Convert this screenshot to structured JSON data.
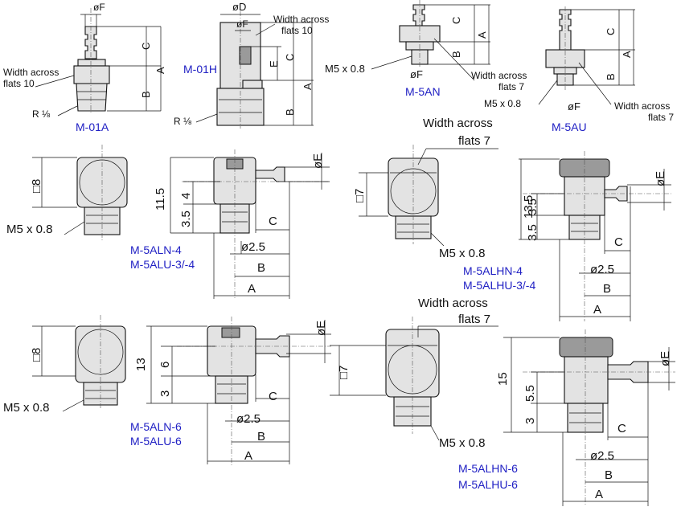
{
  "models": {
    "m01a": "M-01A",
    "m01h": "M-01H",
    "m5an": "M-5AN",
    "m5au": "M-5AU",
    "m5aln4": "M-5ALN-4",
    "m5alu34": "M-5ALU-3/-4",
    "m5alhn4": "M-5ALHN-4",
    "m5alhu34": "M-5ALHU-3/-4",
    "m5aln6": "M-5ALN-6",
    "m5alu6": "M-5ALU-6",
    "m5alhn6": "M-5ALHN-6",
    "m5alhu6": "M-5ALHU-6"
  },
  "labels": {
    "width_across": "Width across",
    "flats_10": "flats 10",
    "flats_7": "flats 7",
    "r18": "R ⅛",
    "m5": "M5 x 0.8",
    "oF": "øF",
    "oD": "øD",
    "oE": "øE",
    "o25": "ø2.5",
    "A": "A",
    "B": "B",
    "C": "C",
    "E": "E",
    "sq8": "□8",
    "sq7": "□7",
    "d11_5": "11.5",
    "d13_5": "13.5",
    "d13": "13",
    "d15": "15",
    "d3_5": "3.5",
    "d4": "4",
    "d6": "6",
    "d3": "3",
    "d5_5": "5.5"
  },
  "colors": {
    "model_label": "#2121c4",
    "line": "#111111",
    "body_fill": "#e3e3e3"
  }
}
